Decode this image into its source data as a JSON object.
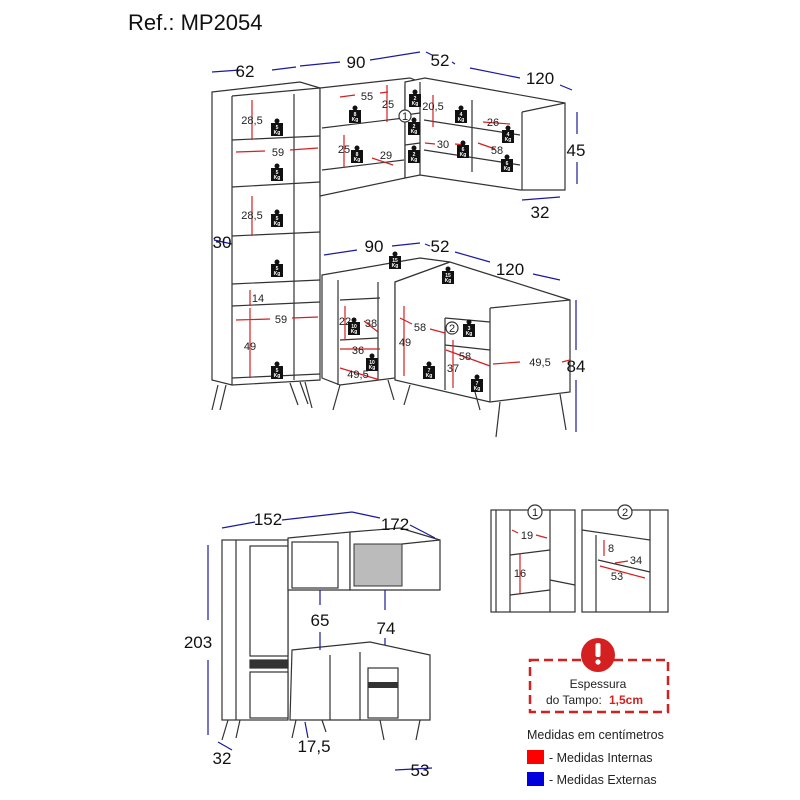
{
  "title": "Ref.: MP2054",
  "colors": {
    "internal": "#ff0000",
    "external": "#0000dd",
    "warning": "#d42020"
  },
  "top_view": {
    "external_dims": [
      "62",
      "90",
      "52",
      "120",
      "45",
      "32",
      "90",
      "52",
      "120",
      "84",
      "30"
    ],
    "internal_dims": [
      "28,5",
      "59",
      "28,5",
      "14",
      "59",
      "49",
      "55",
      "25",
      "25",
      "29",
      "20,5",
      "26",
      "30",
      "58",
      "22",
      "38",
      "36",
      "49,5",
      "58",
      "49",
      "58",
      "37",
      "49,5"
    ],
    "weights": [
      "5",
      "5",
      "5",
      "5",
      "5",
      "8",
      "8",
      "2",
      "2",
      "2",
      "4",
      "4",
      "6",
      "6",
      "15",
      "15",
      "10",
      "10",
      "3",
      "7",
      "7"
    ],
    "weight_unit": "Kg",
    "detail_markers": [
      "1",
      "2"
    ]
  },
  "front_view": {
    "external_dims": [
      "152",
      "172",
      "203",
      "65",
      "74",
      "32",
      "17,5",
      "53"
    ]
  },
  "details": [
    {
      "marker": "1",
      "dims": [
        "19",
        "16"
      ]
    },
    {
      "marker": "2",
      "dims": [
        "8",
        "34",
        "53"
      ]
    }
  ],
  "warning": {
    "line1": "Espessura",
    "line2_label": "do Tampo:",
    "line2_value": "1,5cm",
    "icon": "exclamation-icon"
  },
  "legend": {
    "heading": "Medidas em centímetros",
    "items": [
      {
        "label": "- Medidas Internas",
        "color": "#ff0000"
      },
      {
        "label": "- Medidas Externas",
        "color": "#0000dd"
      }
    ]
  }
}
